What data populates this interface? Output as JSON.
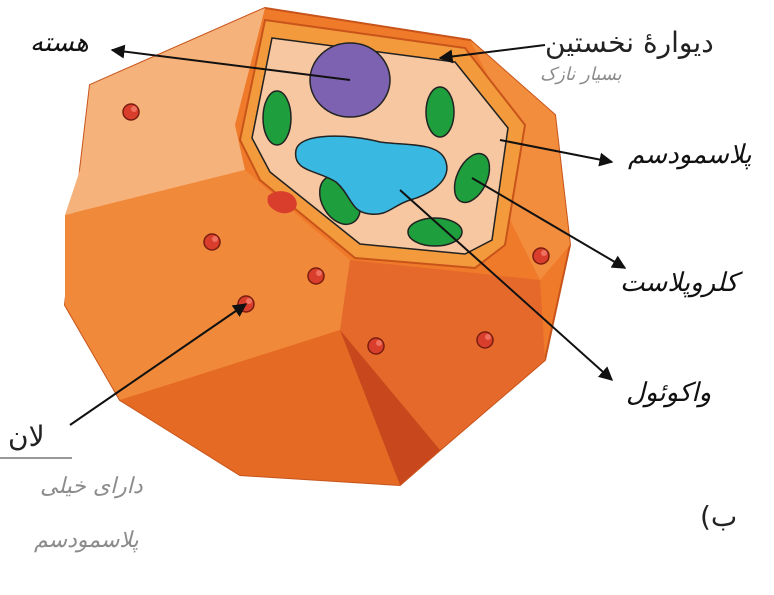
{
  "labels": {
    "primary_wall": "دیوارهٔ نخستین",
    "pit": "لان",
    "part_letter": "ب)"
  },
  "handwriting": {
    "nucleus": "هسته",
    "thin_note": "بسیار نازک",
    "plasmodesmata": "پلاسمودسم",
    "chloroplast": "کلروپلاست",
    "vacuole": "واکوئول",
    "pit_note_1": "دارای خیلی",
    "pit_note_2": "پلاسمودسم"
  },
  "colors": {
    "cell_orange": "#ef7a2a",
    "cell_light": "#f5b27a",
    "cell_dark": "#d65a1c",
    "cytoplasm": "#f6c7a0",
    "wall_band": "#f29a3c",
    "nucleus": "#7c62b0",
    "chloroplast": "#1e9e3c",
    "vacuole": "#39b9e2",
    "pit": "#d83e2b"
  }
}
